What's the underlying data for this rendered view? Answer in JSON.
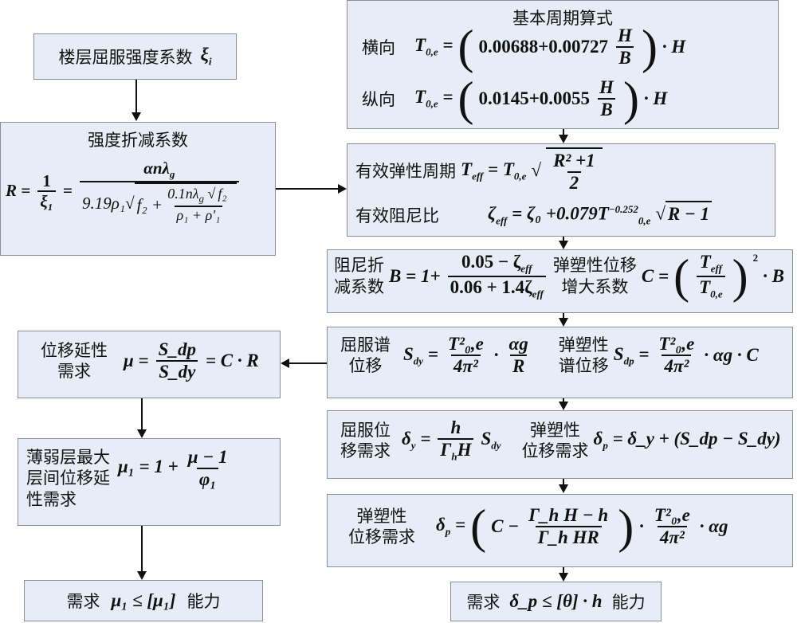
{
  "floor_yield": {
    "label": "楼层屈服强度系数",
    "symbol": "ξ",
    "sub": "i"
  },
  "strength_reduction": {
    "title": "强度折减系数",
    "lhs": "R = ",
    "one": "1",
    "xi1": "ξ₁",
    "eq": " = ",
    "num": "αnλ",
    "num_sub": "g",
    "den_a": "9.19ρ₁",
    "den_f2": "f₂ + ",
    "inner_num": "0.1nλ",
    "inner_sub": "g",
    "inner_f2": "f₂",
    "inner_den": "ρ₁ + ρ'₁"
  },
  "base_period": {
    "title": "基本周期算式",
    "transverse_label": "横向",
    "transverse_lhs": "T",
    "lhs_sub": "0,e",
    "transverse_a": "0.00688+0.00727",
    "H": "H",
    "B": "B",
    "times_H": "· H",
    "longitudinal_label": "纵向",
    "longitudinal_a": "0.0145+0.0055",
    "eq": " ="
  },
  "effective": {
    "period_label": "有效弹性周期",
    "period_lhs": "T",
    "eff_sub": "eff",
    "period_eq": " = T",
    "period_num": "R² +1",
    "period_den": "2",
    "damping_label": "有效阻尼比",
    "damping_lhs": "ζ",
    "damping_rhs": " = ζ₀ +0.079T",
    "exp": "−0.252",
    "sqrt_arg": "R − 1"
  },
  "damping_reduction": {
    "label1": "阻尼折",
    "label2": "减系数",
    "lhs": "B = 1+",
    "num": "0.05 − ζ",
    "den": "0.06 + 1.4ζ",
    "sub": "eff",
    "amp_label1": "弹塑性位移",
    "amp_label2": "增大系数",
    "amp_lhs": "C =",
    "amp_num": "T",
    "amp_den": "T",
    "amp_den_sub": "0,e",
    "sq": "2",
    "times_B": "· B"
  },
  "spectral": {
    "yield_label1": "屈服谱",
    "yield_label2": "位移",
    "sdy": "S",
    "dy": "dy",
    "eq": " =",
    "t2": "T²₀,e",
    "den4": "4π²",
    "ag": "αg",
    "R": "R",
    "ep_label1": "弹塑性",
    "ep_label2": "谱位移",
    "dp": "dp",
    "ep_rhs": "· αg · C"
  },
  "displacement": {
    "yield_label1": "屈服位",
    "yield_label2": "移需求",
    "lhs": "δ",
    "y": "y",
    "h": "h",
    "gh": "Γ",
    "hsub": "h",
    "H": "H",
    "sdy": "S",
    "ep_label1": "弹塑性",
    "ep_label2": "位移需求",
    "p": "p",
    "ep_rhs": " = δ_y + (S_dp − S_dy)"
  },
  "ep_demand": {
    "label1": "弹塑性",
    "label2": "位移需求",
    "lhs": "δ",
    "p": "p",
    "open": "C −",
    "num": "Γ_h H − h",
    "den": "Γ_h HR",
    "t2": "T²₀,e",
    "den4": "4π²",
    "ag": "· αg"
  },
  "final_right": {
    "demand": "需求",
    "formula": "δ_p ≤ [θ] · h",
    "capacity": "能力"
  },
  "ductility": {
    "label1": "位移延性",
    "label2": "需求",
    "lhs": "μ =",
    "num": "S_dp",
    "den": "S_dy",
    "rhs": "= C · R"
  },
  "weak_layer": {
    "label1": "薄弱层最大",
    "label2": "层间位移延",
    "label3": "性需求",
    "lhs": "μ₁ = 1 +",
    "num": "μ − 1",
    "den": "φ₁"
  },
  "final_left": {
    "demand": "需求",
    "formula": "μ₁ ≤ [μ₁]",
    "capacity": "能力"
  }
}
